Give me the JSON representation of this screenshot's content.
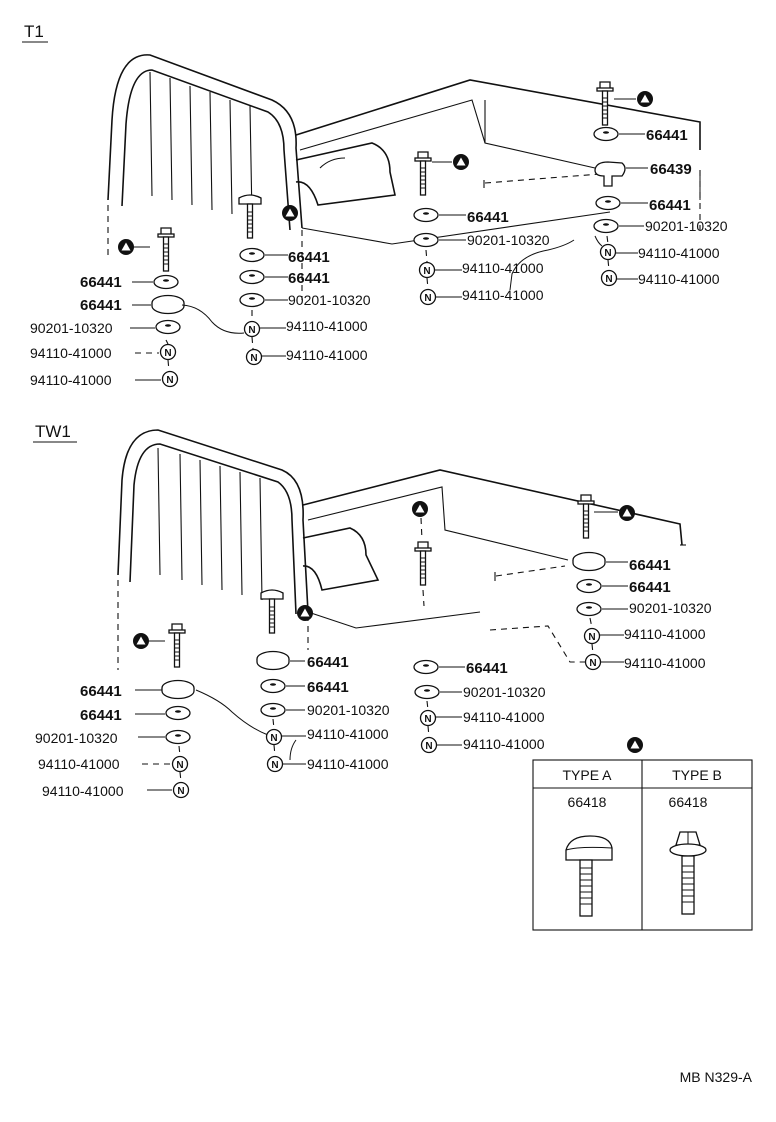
{
  "sections": {
    "t1": "T1",
    "tw1": "TW1"
  },
  "t1": {
    "left": [
      "66441",
      "66441",
      "90201-10320",
      "94110-41000",
      "94110-41000"
    ],
    "center": [
      "66441",
      "66441",
      "90201-10320",
      "94110-41000",
      "94110-41000"
    ],
    "mid": [
      "66441",
      "90201-10320",
      "94110-41000",
      "94110-41000"
    ],
    "right": [
      "66441",
      "66439",
      "66441",
      "90201-10320",
      "94110-41000",
      "94110-41000"
    ]
  },
  "tw1": {
    "left": [
      "66441",
      "66441",
      "90201-10320",
      "94110-41000",
      "94110-41000"
    ],
    "center": [
      "66441",
      "66441",
      "90201-10320",
      "94110-41000",
      "94110-41000"
    ],
    "mid": [
      "66441",
      "90201-10320",
      "94110-41000",
      "94110-41000"
    ],
    "right": [
      "66441",
      "66441",
      "90201-10320",
      "94110-41000",
      "94110-41000"
    ]
  },
  "legend": {
    "type_a": {
      "header": "TYPE A",
      "part": "66418"
    },
    "type_b": {
      "header": "TYPE B",
      "part": "66418"
    }
  },
  "nut_letter": "N",
  "footer_code": "MB N329-A"
}
